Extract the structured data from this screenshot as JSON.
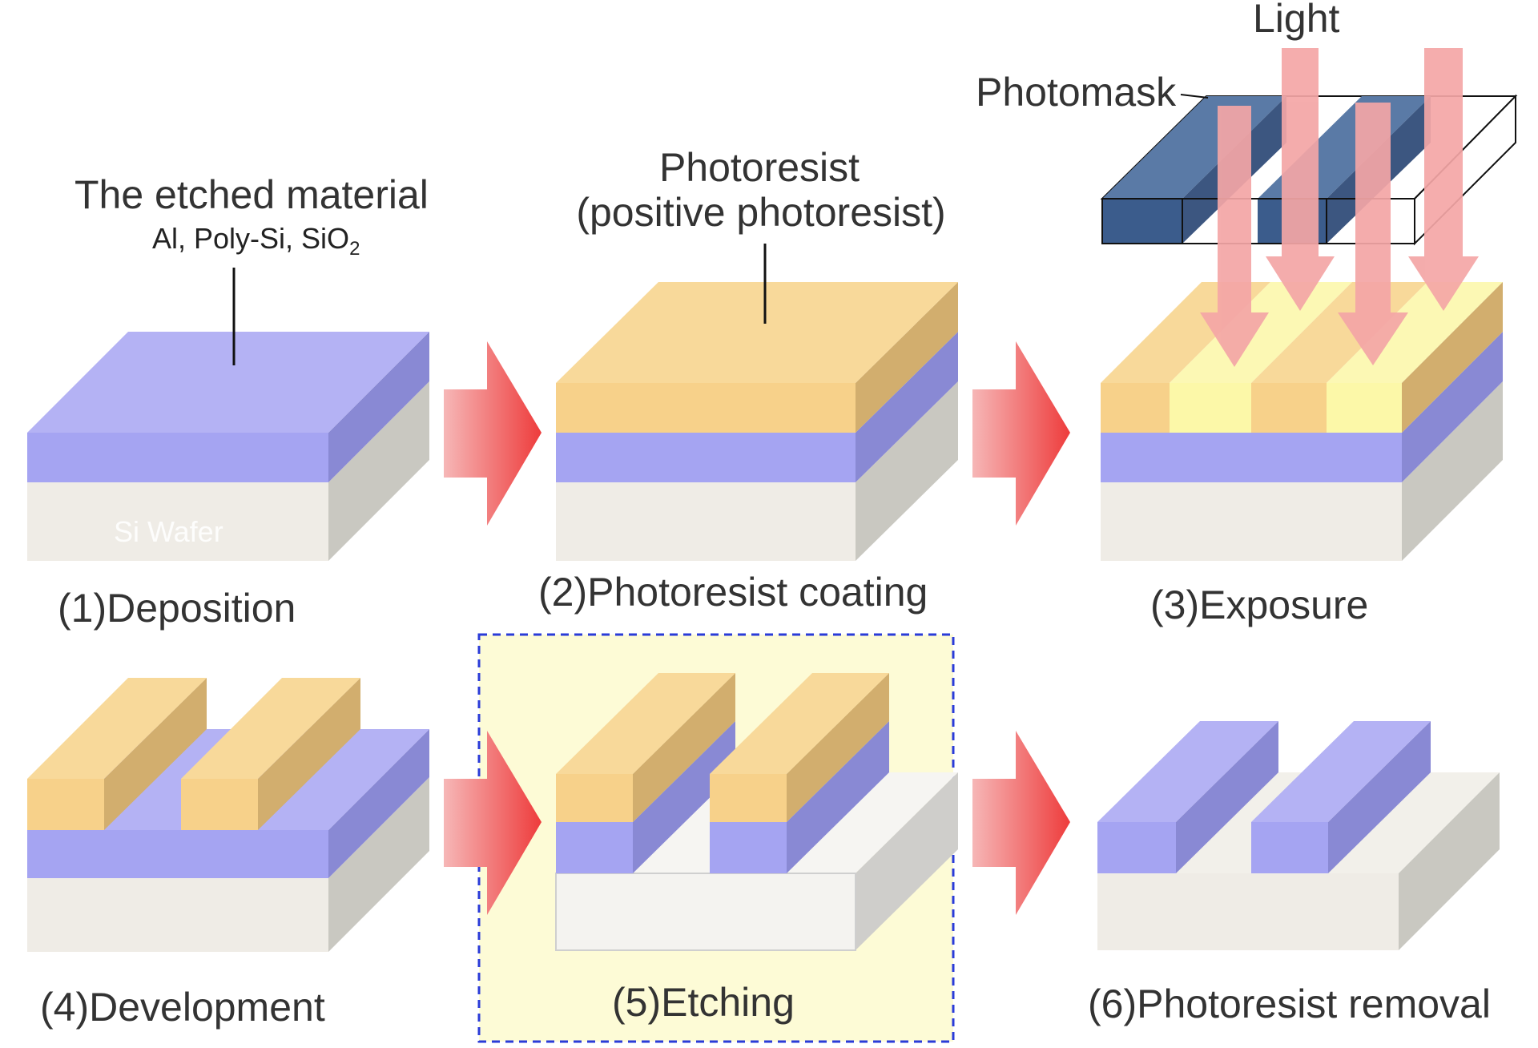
{
  "labels": {
    "etched_material": "The etched material",
    "etched_examples": "Al, Poly-Si, SiO",
    "etched_examples_sub": "2",
    "wafer": "Si Wafer",
    "photoresist": "Photoresist",
    "photoresist_type": "(positive photoresist)",
    "photomask": "Photomask",
    "light": "Light"
  },
  "steps": [
    {
      "label": "(1)Deposition"
    },
    {
      "label": "(2)Photoresist coating"
    },
    {
      "label": "(3)Exposure"
    },
    {
      "label": "(4)Development"
    },
    {
      "label": "(5)Etching"
    },
    {
      "label": "(6)Photoresist removal"
    }
  ],
  "colors": {
    "si_front": "#efece6",
    "si_side": "#c9c8c1",
    "si_top": "#f2f0ea",
    "film_front": "#a5a4f2",
    "film_side": "#8989d4",
    "film_top": "#b4b2f4",
    "resist_front": "#f7d18a",
    "resist_side": "#d2ae6e",
    "resist_top": "#f8d99a",
    "exposed": "#fcf8a8",
    "arrow": "#ee4444",
    "light": "#f4a6a6",
    "mask": "#4e6e9a",
    "highlight_bg": "#fdfbd6",
    "highlight_border": "#2a3bd8"
  }
}
